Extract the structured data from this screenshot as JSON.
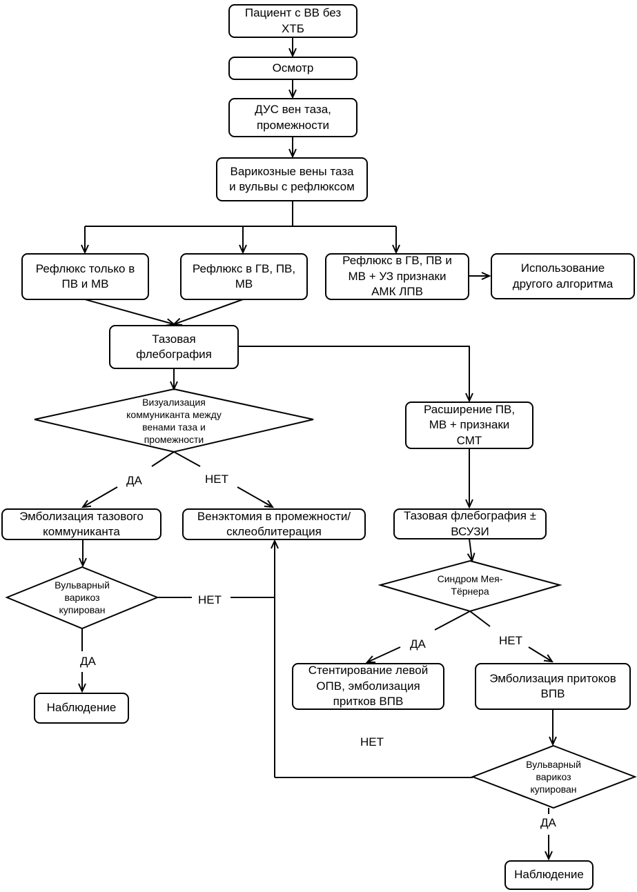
{
  "nodes": {
    "start": "Пациент с ВВ без\nХТБ",
    "exam": "Осмотр",
    "dus": "ДУС вен таза,\nпромежности",
    "varicose": "Варикозные вены таза\nи вульвы с рефлюксом",
    "reflux_pv_mv": "Рефлюкс только в\nПВ и МВ",
    "reflux_gv_pv_mv": "Рефлюкс в ГВ, ПВ,\nМВ",
    "reflux_amk": "Рефлюкс в ГВ, ПВ и\nМВ + УЗ признаки\nАМК ЛПВ",
    "other_algorithm": "Использование\nдругого алгоритма",
    "phlebography": "Тазовая\nфлебография",
    "communicant_decision": "Визуализация\nкоммуниканта между\nвенами таза и\nпромежности",
    "dilation_smt": "Расширение  ПВ,\nМВ + признаки\nСМТ",
    "embolization_communicant": "Эмболизация  тазового\nкоммуниканта",
    "venectomy": "Венэктомия в промежности/\nсклеоблитерация",
    "phlebography_vsuzi": "Тазовая флебография ±\nВСУЗИ",
    "vulvar_decision_1": "Вульварный\nварикоз\nкупирован",
    "may_thurner_decision": "Синдром Мея-\nТёрнера",
    "stenting": "Стентирование левой\nОПВ, эмболизация\nпритков ВПВ",
    "embolization_vpv": "Эмболизация притоков\nВПВ",
    "observation_1": "Наблюдение",
    "vulvar_decision_2": "Вульварный\nварикоз\nкупирован",
    "observation_2": "Наблюдение"
  },
  "labels": {
    "yes_communicant": "ДА",
    "no_communicant": "НЕТ",
    "no_vulvar_1": "НЕТ",
    "yes_vulvar_1": "ДА",
    "yes_may_thurner": "ДА",
    "no_may_thurner": "НЕТ",
    "no_vulvar_2": "НЕТ",
    "yes_vulvar_2": "ДА"
  }
}
